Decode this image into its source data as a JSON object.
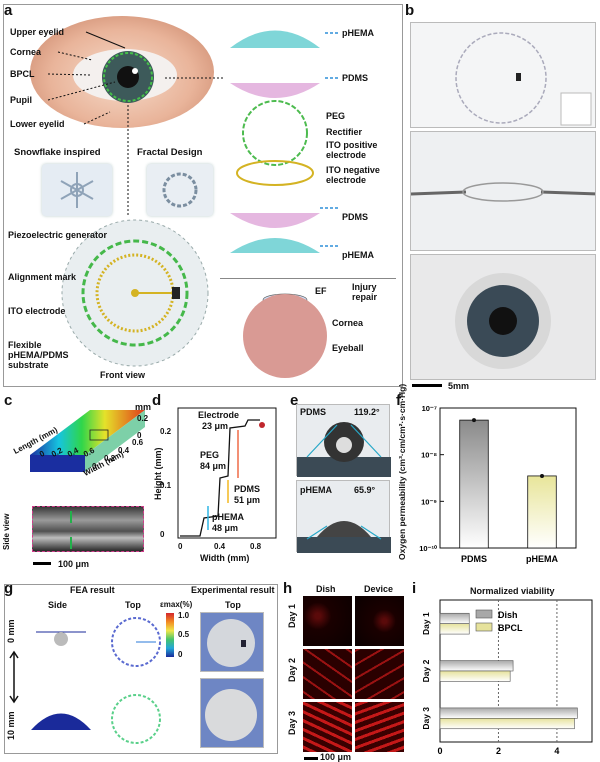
{
  "panels": {
    "a": {
      "letter": "a",
      "eye_labels": [
        "Upper eyelid",
        "Cornea",
        "BPCL",
        "Pupil",
        "Lower eyelid"
      ],
      "inspiration": {
        "left": "Snowflake inspired",
        "right": "Fractal Design"
      },
      "front_labels": [
        "Piezoelectric generator",
        "Alignment mark",
        "ITO electrode",
        "Flexible pHEMA/PDMS substrate"
      ],
      "front_view": "Front view",
      "layers": [
        "pHEMA",
        "PDMS",
        "PEG",
        "Rectifier",
        "ITO positive electrode",
        "ITO negative electrode",
        "PDMS",
        "pHEMA"
      ],
      "eyeball_labels": {
        "ef": "EF",
        "injury": "Injury repair",
        "cornea": "Cornea",
        "eyeball": "Eyeball"
      }
    },
    "b": {
      "letter": "b",
      "scale": "5mm"
    },
    "c": {
      "letter": "c",
      "zunit": "mm",
      "z_ticks": [
        "0.2",
        "0"
      ],
      "x_label": "Length (mm)",
      "x_ticks": [
        "0",
        "0.2",
        "0.4",
        "0.6"
      ],
      "y_label": "Width (mm)",
      "y_ticks": [
        "0",
        "0.2",
        "0.4",
        "0.6"
      ],
      "side_view": "Side view",
      "scale": "100 μm"
    },
    "d": {
      "letter": "d",
      "xlabel": "Width (mm)",
      "ylabel": "Height (mm)",
      "x_ticks": [
        "0",
        "0.4",
        "0.8"
      ],
      "y_ticks": [
        "0",
        "0.1",
        "0.2"
      ],
      "annotations": [
        {
          "name": "Electrode",
          "value": "23 μm"
        },
        {
          "name": "PEG",
          "value": "84 μm"
        },
        {
          "name": "PDMS",
          "value": "51 μm"
        },
        {
          "name": "pHEMA",
          "value": "48 μm"
        }
      ]
    },
    "e": {
      "letter": "e",
      "samples": [
        {
          "name": "PDMS",
          "angle": "119.2°"
        },
        {
          "name": "pHEMA",
          "angle": "65.9°"
        }
      ]
    },
    "f": {
      "letter": "f"
    },
    "g": {
      "letter": "g",
      "fea": "FEA result",
      "experimental": "Experimental result",
      "side": "Side",
      "top": "Top",
      "top2": "Top",
      "cbar_title": "εmax(%)",
      "cbar_ticks": [
        "1.0",
        "0.5",
        "0"
      ],
      "rows": [
        "0 mm",
        "10 mm"
      ]
    },
    "h": {
      "letter": "h",
      "cols": [
        "Dish",
        "Device"
      ],
      "rows": [
        "Day 1",
        "Day 2",
        "Day 3"
      ],
      "scale": "100 μm"
    },
    "i": {
      "letter": "i"
    }
  },
  "chart_data": [
    {
      "panel": "f",
      "type": "bar",
      "categories": [
        "PDMS",
        "pHEMA"
      ],
      "values": [
        5.5e-08,
        3.5e-09
      ],
      "ylabel": "Oxygen permeability (cm³·cm/cm²·s·cm·Hg)",
      "yscale": "log",
      "ylim": [
        1e-10,
        1e-07
      ],
      "y_ticks": [
        "10⁻⁷",
        "10⁻⁸",
        "10⁻⁹",
        "10⁻¹⁰"
      ],
      "colors": [
        "#8a8a8a",
        "#e8e59a"
      ]
    },
    {
      "panel": "i",
      "type": "bar",
      "orientation": "horizontal",
      "title": "Normalized viability",
      "categories": [
        "Day 1",
        "Day 2",
        "Day 3"
      ],
      "series": [
        {
          "name": "Dish",
          "values": [
            1.0,
            2.5,
            4.7
          ]
        },
        {
          "name": "BPCL",
          "values": [
            1.0,
            2.4,
            4.6
          ]
        }
      ],
      "x_ticks": [
        "0",
        "2",
        "4"
      ],
      "xlim": [
        0,
        5.2
      ],
      "colors": [
        "#a8a8a8",
        "#e6e29c"
      ]
    }
  ]
}
